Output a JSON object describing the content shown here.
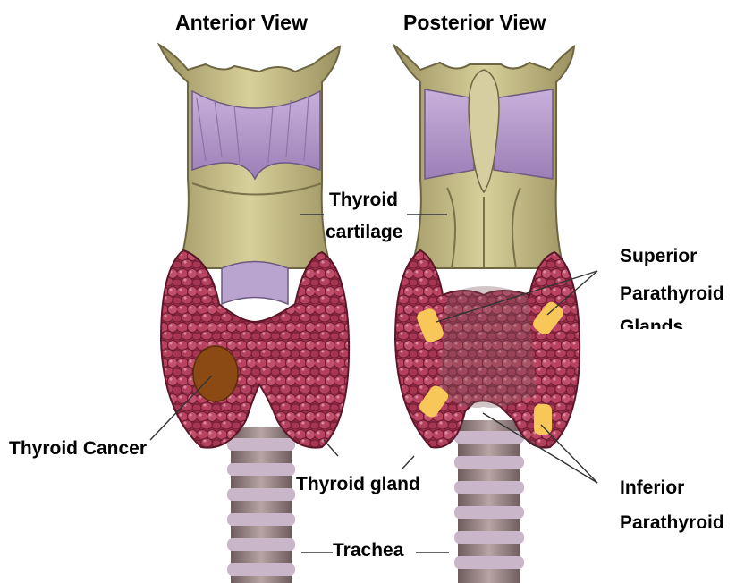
{
  "views": {
    "anterior_title": "Anterior View",
    "posterior_title": "Posterior View"
  },
  "labels": {
    "thyroid_cartilage_1": "Thyroid",
    "thyroid_cartilage_2": "cartilage",
    "superior_parathyroid_1": "Superior",
    "superior_parathyroid_2": "Parathyroid",
    "superior_parathyroid_3": "Glands",
    "thyroid_cancer": "Thyroid Cancer",
    "thyroid_gland": "Thyroid gland",
    "trachea": "Trachea",
    "inferior_parathyroid_1": "Inferior",
    "inferior_parathyroid_2": "Parathyroid"
  },
  "colors": {
    "cartilage": "#c9c08a",
    "cartilage_dark": "#8f875a",
    "muscle": "#b39ac9",
    "thyroid": "#a8334f",
    "thyroid_dark": "#6e1c33",
    "trachea_ring": "#9c8b8c",
    "trachea_band": "#c7b3c9",
    "cancer": "#8b4a14",
    "parathyroid": "#f7c75a",
    "leader": "#333333"
  }
}
